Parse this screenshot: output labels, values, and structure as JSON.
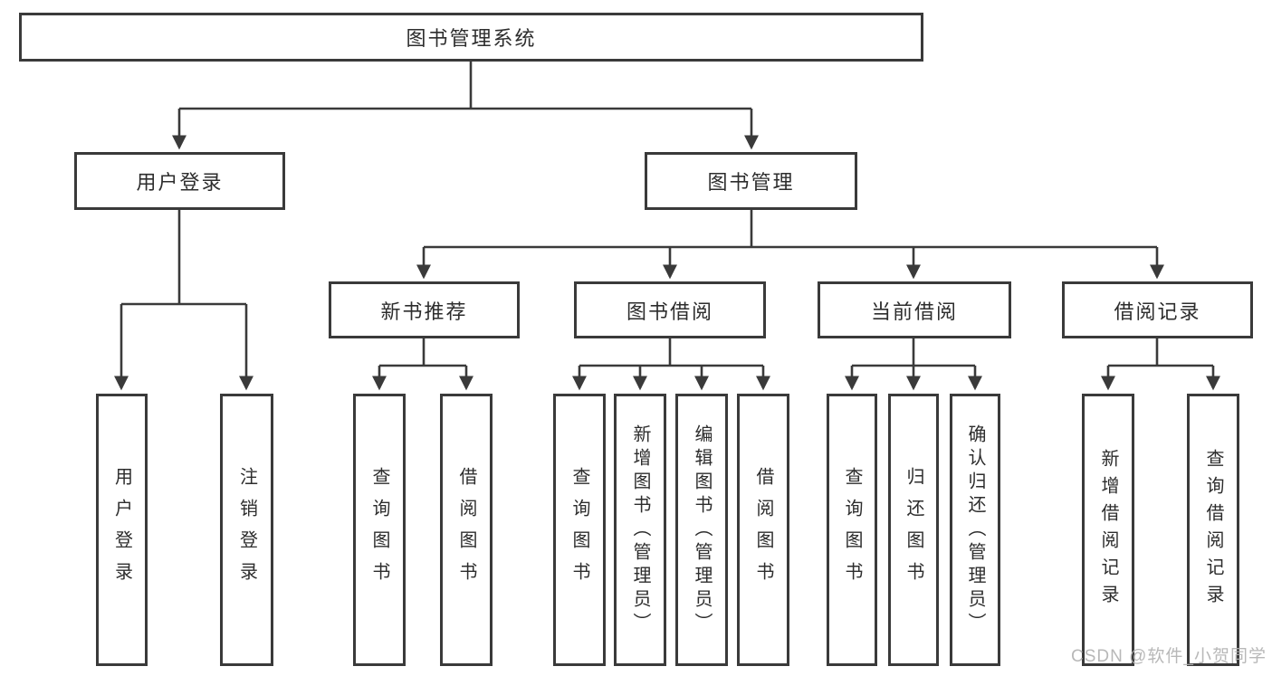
{
  "diagram": {
    "title": "图书管理系统",
    "type": "hierarchy-tree",
    "colors": {
      "line": "#3a3a3a",
      "box_border": "#3a3a3a",
      "text": "#2d2d2d",
      "background": "#ffffff",
      "watermark": "#b2b2b2"
    },
    "tree": {
      "label": "图书管理系统",
      "children": [
        {
          "label": "用户登录",
          "children": [
            {
              "label": "用户登录"
            },
            {
              "label": "注销登录"
            }
          ]
        },
        {
          "label": "图书管理",
          "children": [
            {
              "label": "新书推荐",
              "children": [
                {
                  "label": "查询图书"
                },
                {
                  "label": "借阅图书"
                }
              ]
            },
            {
              "label": "图书借阅",
              "children": [
                {
                  "label": "查询图书"
                },
                {
                  "label": "新增图书（管理员）"
                },
                {
                  "label": "编辑图书（管理员）"
                },
                {
                  "label": "借阅图书"
                }
              ]
            },
            {
              "label": "当前借阅",
              "children": [
                {
                  "label": "查询图书"
                },
                {
                  "label": "归还图书"
                },
                {
                  "label": "确认归还（管理员）"
                }
              ]
            },
            {
              "label": "借阅记录",
              "children": [
                {
                  "label": "新增借阅记录"
                },
                {
                  "label": "查询借阅记录"
                }
              ]
            }
          ]
        }
      ]
    },
    "watermark": "CSDN @软件_小贺同学"
  }
}
